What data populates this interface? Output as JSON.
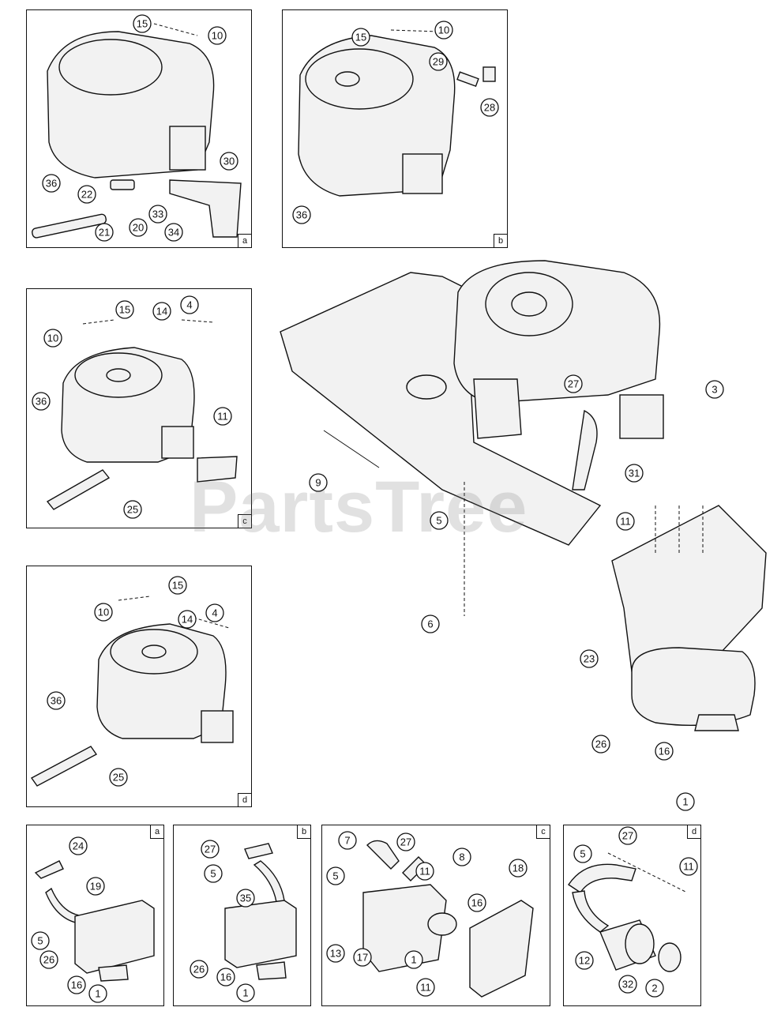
{
  "watermark": "PartsTree",
  "panels": [
    {
      "id": "engine-a",
      "tag": "a"
    },
    {
      "id": "engine-b",
      "tag": "b"
    },
    {
      "id": "engine-c",
      "tag": "c"
    },
    {
      "id": "engine-d",
      "tag": "d"
    },
    {
      "id": "exhaust-a",
      "tag": "a"
    },
    {
      "id": "exhaust-b",
      "tag": "b"
    },
    {
      "id": "exhaust-c",
      "tag": "c"
    },
    {
      "id": "exhaust-d",
      "tag": "d"
    }
  ],
  "callouts": [
    {
      "n": "15"
    },
    {
      "n": "10"
    },
    {
      "n": "36"
    },
    {
      "n": "22"
    },
    {
      "n": "20"
    },
    {
      "n": "21"
    },
    {
      "n": "30"
    },
    {
      "n": "33"
    },
    {
      "n": "34"
    },
    {
      "n": "15"
    },
    {
      "n": "10"
    },
    {
      "n": "29"
    },
    {
      "n": "28"
    },
    {
      "n": "36"
    },
    {
      "n": "10"
    },
    {
      "n": "15"
    },
    {
      "n": "14"
    },
    {
      "n": "4"
    },
    {
      "n": "36"
    },
    {
      "n": "11"
    },
    {
      "n": "25"
    },
    {
      "n": "15"
    },
    {
      "n": "10"
    },
    {
      "n": "14"
    },
    {
      "n": "4"
    },
    {
      "n": "36"
    },
    {
      "n": "25"
    },
    {
      "n": "3"
    },
    {
      "n": "27"
    },
    {
      "n": "9"
    },
    {
      "n": "31"
    },
    {
      "n": "5"
    },
    {
      "n": "11"
    },
    {
      "n": "6"
    },
    {
      "n": "23"
    },
    {
      "n": "26"
    },
    {
      "n": "16"
    },
    {
      "n": "1"
    },
    {
      "n": "24"
    },
    {
      "n": "19"
    },
    {
      "n": "5"
    },
    {
      "n": "26"
    },
    {
      "n": "16"
    },
    {
      "n": "1"
    },
    {
      "n": "27"
    },
    {
      "n": "5"
    },
    {
      "n": "35"
    },
    {
      "n": "26"
    },
    {
      "n": "16"
    },
    {
      "n": "1"
    },
    {
      "n": "7"
    },
    {
      "n": "27"
    },
    {
      "n": "11"
    },
    {
      "n": "8"
    },
    {
      "n": "5"
    },
    {
      "n": "16"
    },
    {
      "n": "18"
    },
    {
      "n": "13"
    },
    {
      "n": "17"
    },
    {
      "n": "1"
    },
    {
      "n": "11"
    },
    {
      "n": "27"
    },
    {
      "n": "5"
    },
    {
      "n": "11"
    },
    {
      "n": "12"
    },
    {
      "n": "32"
    },
    {
      "n": "2"
    }
  ]
}
